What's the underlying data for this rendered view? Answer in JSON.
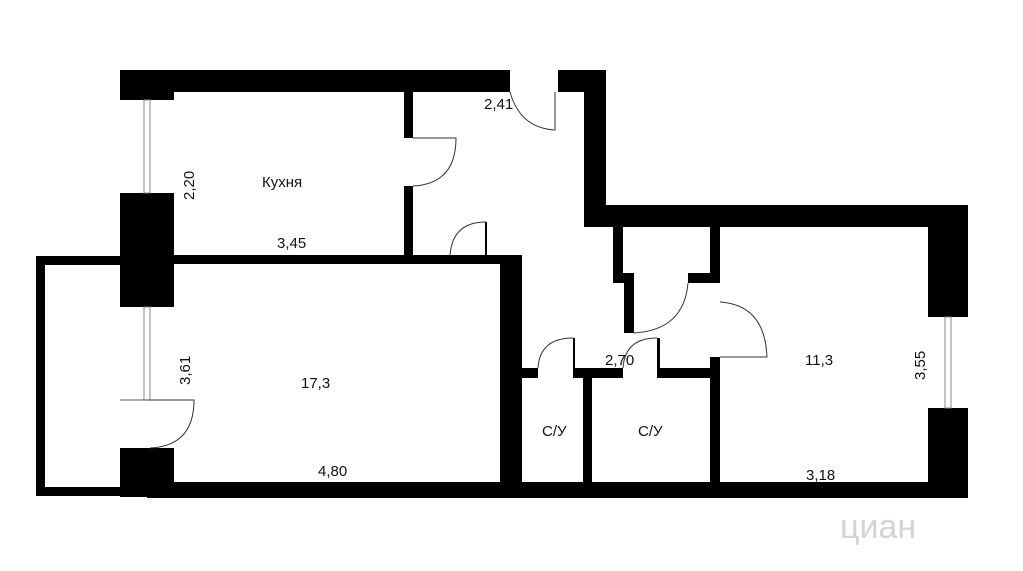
{
  "plan": {
    "rooms": [
      {
        "id": "kitchen",
        "label": "Кухня",
        "width": "3,45",
        "depth": "2,20"
      },
      {
        "id": "living",
        "label": "17,3",
        "width": "4,80",
        "depth": "3,61"
      },
      {
        "id": "bedroom",
        "label": "11,3",
        "width": "3,18",
        "depth": "3,55"
      },
      {
        "id": "bathroom-1",
        "label": "С/У"
      },
      {
        "id": "bathroom-2",
        "label": "С/У"
      }
    ],
    "hall_dims": {
      "entrance": "2,41",
      "corridor": "2,70"
    },
    "watermark": "циан",
    "colors": {
      "walls": "#000000",
      "background": "#ffffff"
    }
  }
}
